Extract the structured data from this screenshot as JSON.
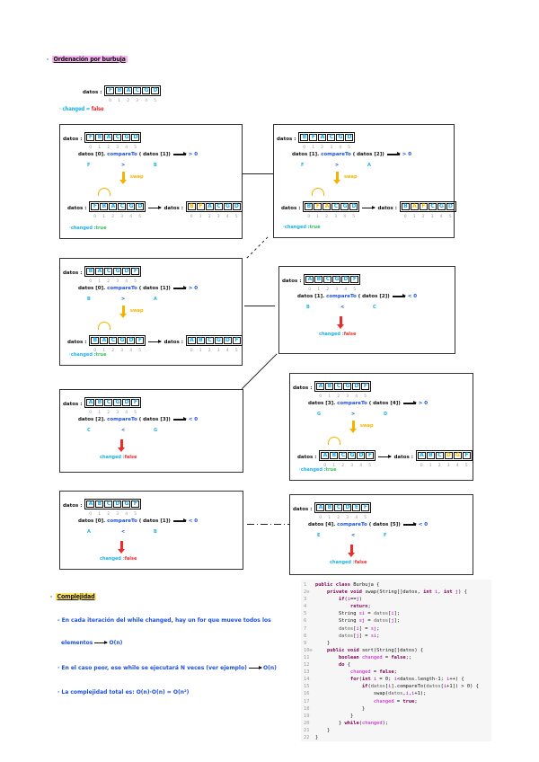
{
  "page": {
    "title": "Ordenación por burbuja",
    "initial": {
      "label": "datos :",
      "array": [
        "F",
        "B",
        "A",
        "C",
        "G",
        "D"
      ],
      "indices": [
        "0",
        "1",
        "2",
        "3",
        "4",
        "5"
      ],
      "changed_label": "changed",
      "changed_eq": "=",
      "changed_value": "false"
    },
    "steps": [
      {
        "array": [
          "F",
          "B",
          "A",
          "C",
          "G",
          "D"
        ],
        "compare": "datos [0]. compareTo ( datos [1])",
        "result": "> 0",
        "left": "F",
        "op": ">",
        "right": "B",
        "swap": true,
        "swap_label": "swap",
        "after": [
          "F",
          "B",
          "A",
          "C",
          "G",
          "D"
        ],
        "final": [
          "B",
          "F",
          "A",
          "C",
          "G",
          "D"
        ],
        "final_highlight": [
          0,
          1
        ],
        "changed": "changed : true"
      },
      {
        "array": [
          "B",
          "F",
          "A",
          "C",
          "G",
          "D"
        ],
        "compare": "datos [1]. compareTo ( datos [2])",
        "result": "> 0",
        "left": "F",
        "op": ">",
        "right": "A",
        "swap": true,
        "swap_label": "swap",
        "after": [
          "B",
          "F",
          "A",
          "C",
          "G",
          "D"
        ],
        "after_highlight": [
          1,
          2
        ],
        "final": [
          "B",
          "A",
          "F",
          "C",
          "G",
          "D"
        ],
        "final_highlight": [
          1,
          2
        ],
        "changed": "changed : true"
      },
      {
        "array": [
          "B",
          "A",
          "C",
          "G",
          "D",
          "F"
        ],
        "compare": "datos [0]. compareTo ( datos [1])",
        "result": "> 0",
        "left": "B",
        "op": ">",
        "right": "A",
        "swap": true,
        "swap_label": "swap",
        "after": [
          "B",
          "A",
          "C",
          "G",
          "D",
          "F"
        ],
        "final": [
          "A",
          "B",
          "C",
          "G",
          "D",
          "F"
        ],
        "changed": "changed : true"
      },
      {
        "array": [
          "A",
          "B",
          "C",
          "G",
          "D",
          "F"
        ],
        "compare": "datos [1]. compareTo ( datos [2])",
        "result": "< 0",
        "left": "B",
        "op": "<",
        "right": "C",
        "swap": false,
        "changed_label": "changed",
        "changed_value": "false"
      },
      {
        "array": [
          "A",
          "B",
          "C",
          "G",
          "D",
          "F"
        ],
        "compare": "datos [2]. compareTo ( datos [3])",
        "result": "< 0",
        "left": "C",
        "op": "<",
        "right": "G",
        "swap": false,
        "changed_label": "changed",
        "changed_value": "false"
      },
      {
        "array": [
          "A",
          "B",
          "C",
          "G",
          "D",
          "F"
        ],
        "compare": "datos [3]. compareTo ( datos [4])",
        "result": "> 0",
        "left": "G",
        "op": ">",
        "right": "D",
        "swap": true,
        "swap_label": "swap",
        "after": [
          "A",
          "B",
          "C",
          "G",
          "D",
          "F"
        ],
        "final": [
          "A",
          "B",
          "C",
          "D",
          "G",
          "F"
        ],
        "final_highlight": [
          3,
          4
        ],
        "changed": "changed : true"
      },
      {
        "array": [
          "A",
          "B",
          "C",
          "D",
          "G",
          "F"
        ],
        "compare": "datos [0]. compareTo ( datos [1])",
        "result": "< 0",
        "left": "A",
        "op": "<",
        "right": "B",
        "swap": false,
        "changed_label": "changed",
        "changed_value": "false"
      },
      {
        "array": [
          "A",
          "B",
          "C",
          "D",
          "E",
          "F"
        ],
        "compare": "datos [4]. compareTo ( datos [5])",
        "result": "< 0",
        "left": "E",
        "op": "<",
        "right": "F",
        "swap": false,
        "changed_label": "changed",
        "changed_value": "false"
      }
    ],
    "complexity": {
      "title": "Complejidad",
      "line1": "En cada iteración del while changed, hay un for que mueve todos los",
      "line1b": "elementos",
      "line1_result": "O(n)",
      "line2": "En el caso peor, ese while se ejecutará N veces (ver ejemplo)",
      "line2_result": "O(n)",
      "line3": "La complejidad total es: O(n)·O(n) = O(n²)"
    },
    "code": [
      {
        "n": "1",
        "t": [
          [
            "kw",
            "public class "
          ],
          [
            "",
            "Burbuja {"
          ]
        ]
      },
      {
        "n": "2⊖",
        "t": [
          [
            "",
            "    "
          ],
          [
            "kw",
            "private void "
          ],
          [
            "",
            "swap(String[]datos, "
          ],
          [
            "kw",
            "int "
          ],
          [
            "var",
            "i"
          ],
          [
            "",
            ", "
          ],
          [
            "kw",
            "int "
          ],
          [
            "var",
            "j"
          ],
          [
            "",
            ") {"
          ]
        ]
      },
      {
        "n": "3",
        "t": [
          [
            "",
            "        "
          ],
          [
            "kw",
            "if"
          ],
          [
            "",
            "("
          ],
          [
            "var",
            "i"
          ],
          [
            "",
            "=="
          ],
          [
            "var",
            "j"
          ],
          [
            "",
            ")"
          ]
        ]
      },
      {
        "n": "4",
        "t": [
          [
            "",
            "            "
          ],
          [
            "kw",
            "return"
          ],
          [
            "",
            ";"
          ]
        ]
      },
      {
        "n": "5",
        "t": [
          [
            "",
            "        String "
          ],
          [
            "var",
            "si"
          ],
          [
            "",
            " = "
          ],
          [
            "str",
            "datos"
          ],
          [
            "",
            "["
          ],
          [
            "var",
            "i"
          ],
          [
            "",
            "];"
          ]
        ]
      },
      {
        "n": "6",
        "t": [
          [
            "",
            "        String "
          ],
          [
            "var",
            "sj"
          ],
          [
            "",
            " = "
          ],
          [
            "str",
            "datos"
          ],
          [
            "",
            "["
          ],
          [
            "var",
            "j"
          ],
          [
            "",
            "];"
          ]
        ]
      },
      {
        "n": "7",
        "t": [
          [
            "",
            "        "
          ],
          [
            "str",
            "datos"
          ],
          [
            "",
            "["
          ],
          [
            "var",
            "i"
          ],
          [
            "",
            "] = "
          ],
          [
            "var",
            "sj"
          ],
          [
            "",
            ";"
          ]
        ]
      },
      {
        "n": "8",
        "t": [
          [
            "",
            "        "
          ],
          [
            "str",
            "datos"
          ],
          [
            "",
            "["
          ],
          [
            "var",
            "j"
          ],
          [
            "",
            "] = "
          ],
          [
            "var",
            "si"
          ],
          [
            "",
            ";"
          ]
        ]
      },
      {
        "n": "9",
        "t": [
          [
            "",
            "    }"
          ]
        ]
      },
      {
        "n": "10⊖",
        "t": [
          [
            "",
            "    "
          ],
          [
            "kw",
            "public void "
          ],
          [
            "",
            "sort(String[]datos) {"
          ]
        ]
      },
      {
        "n": "11",
        "t": [
          [
            "",
            "        "
          ],
          [
            "kw",
            "boolean "
          ],
          [
            "var",
            "changed"
          ],
          [
            "",
            " = "
          ],
          [
            "kw",
            "false"
          ],
          [
            "",
            ";;"
          ]
        ]
      },
      {
        "n": "12",
        "t": [
          [
            "",
            "        "
          ],
          [
            "kw",
            "do"
          ],
          [
            "",
            " {"
          ]
        ]
      },
      {
        "n": "13",
        "t": [
          [
            "",
            "            "
          ],
          [
            "var",
            "changed"
          ],
          [
            "",
            " = "
          ],
          [
            "kw",
            "false"
          ],
          [
            "",
            ";"
          ]
        ]
      },
      {
        "n": "14",
        "t": [
          [
            "",
            "            "
          ],
          [
            "kw",
            "for"
          ],
          [
            "",
            "("
          ],
          [
            "kw",
            "int "
          ],
          [
            "var",
            "i"
          ],
          [
            "",
            " = 0; "
          ],
          [
            "var",
            "i"
          ],
          [
            "",
            "<datos.length-1; "
          ],
          [
            "var",
            "i"
          ],
          [
            "",
            "++) {"
          ]
        ]
      },
      {
        "n": "15",
        "t": [
          [
            "",
            "                "
          ],
          [
            "kw",
            "if"
          ],
          [
            "",
            "("
          ],
          [
            "str",
            "datos"
          ],
          [
            "",
            "["
          ],
          [
            "var",
            "i"
          ],
          [
            "",
            "].compareTo("
          ],
          [
            "str",
            "datos"
          ],
          [
            "",
            "["
          ],
          [
            "var",
            "i"
          ],
          [
            "",
            "+1]) > 0) {"
          ]
        ]
      },
      {
        "n": "16",
        "t": [
          [
            "",
            "                    swap("
          ],
          [
            "str",
            "datos"
          ],
          [
            "",
            ","
          ],
          [
            "var",
            "i"
          ],
          [
            "",
            ","
          ],
          [
            "var",
            "i"
          ],
          [
            "",
            "+1);"
          ]
        ]
      },
      {
        "n": "17",
        "t": [
          [
            "",
            "                    "
          ],
          [
            "var",
            "changed"
          ],
          [
            "",
            " = "
          ],
          [
            "kw",
            "true"
          ],
          [
            "",
            ";"
          ]
        ]
      },
      {
        "n": "18",
        "t": [
          [
            "",
            "                }"
          ]
        ]
      },
      {
        "n": "19",
        "t": [
          [
            "",
            "            }"
          ]
        ]
      },
      {
        "n": "20",
        "t": [
          [
            "",
            "        } "
          ],
          [
            "kw",
            "while"
          ],
          [
            "",
            "("
          ],
          [
            "var",
            "changed"
          ],
          [
            "",
            ");"
          ]
        ]
      },
      {
        "n": "21",
        "t": [
          [
            "",
            "    }"
          ]
        ]
      },
      {
        "n": "22",
        "t": [
          [
            "",
            "}"
          ]
        ]
      }
    ]
  }
}
